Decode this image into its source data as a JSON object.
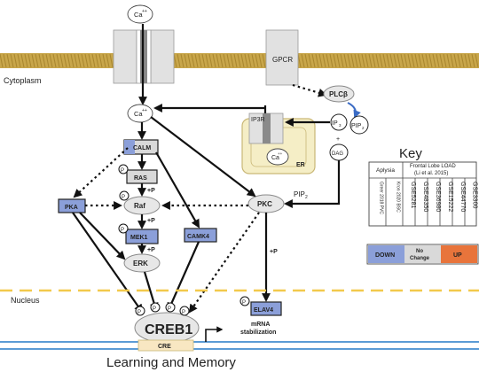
{
  "colors": {
    "membrane": "#c8a64a",
    "membrane_dark": "#a8862e",
    "channel": "#e1e1e1",
    "channel_core": "#8a8a8a",
    "er_fill": "#f5eec6",
    "er_stroke": "#c9b776",
    "down_blue": "#8b9fd9",
    "no_change_grey": "#d9d9d9",
    "up_orange": "#e8743b",
    "cre_fill": "#f8e7c2",
    "nucleus_dash": "#f2c94c",
    "dna_line": "#5b9bd5"
  },
  "labels": {
    "cytoplasm": "Cytoplasm",
    "nucleus": "Nucleus",
    "learning_memory": "Learning and Memory",
    "ca_ion": "Ca",
    "ca_charge": "++",
    "gpcr": "GPCR",
    "plc": "PLCβ",
    "ip3r": "IP3R",
    "er": "ER",
    "ip": "IP",
    "ip_sub": "3",
    "pip": "PIP",
    "pip_sub": "2",
    "plus": "+",
    "dag": "DAG",
    "pip2_label": "PIP",
    "pip2_label_sub": "2",
    "calm": "CALM",
    "ras": "RAS",
    "raf": "Raf",
    "mek1": "MEK1",
    "erk": "ERK",
    "pka": "PKA",
    "pkc": "PKC",
    "camk4": "CAMK4",
    "elav4": "ELAV4",
    "creb1": "CREB1",
    "cre": "CRE",
    "phospho": "P",
    "plus_p": "+P",
    "mrna_line1": "mRNA",
    "mrna_line2": "stabilization"
  },
  "key": {
    "title": "Key",
    "group1": "Aplysia",
    "group2_line1": "Frontal Lobe LOAD",
    "group2_line2": "(Li et al. 2015)",
    "columns": [
      "Greer 2018 PVC",
      "Kron 2020 BSC",
      "GSE5281",
      "GSE48350",
      "GSE36980",
      "GSE15222",
      "GSE44770",
      "GSE3300"
    ],
    "legend": [
      "DOWN",
      "No Change",
      "UP"
    ]
  }
}
